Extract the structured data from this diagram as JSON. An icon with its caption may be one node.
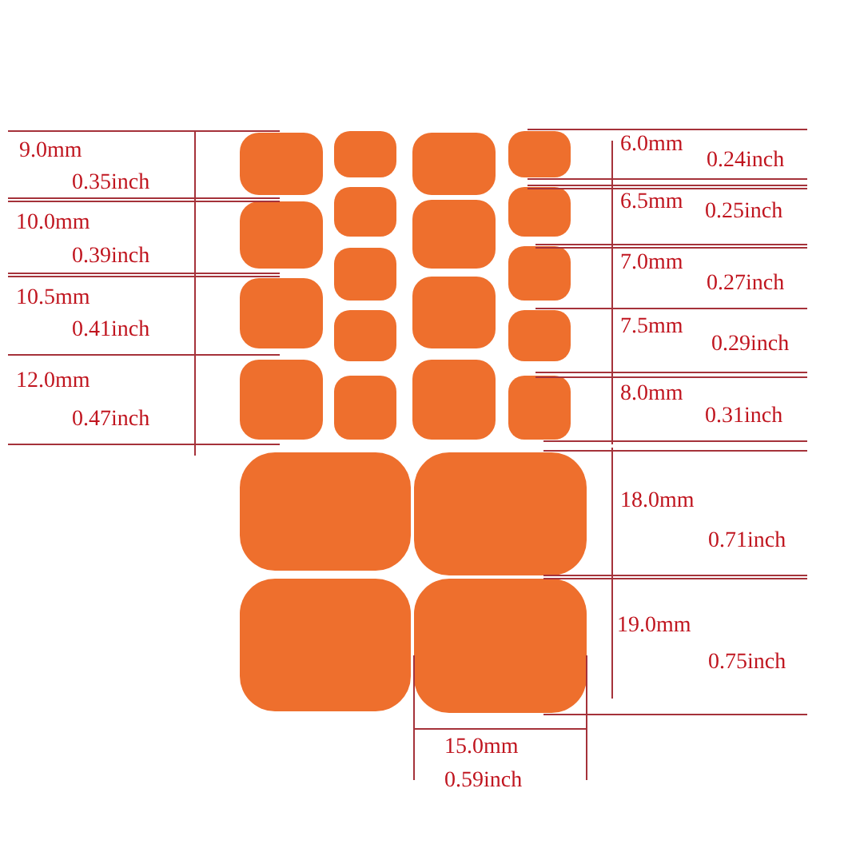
{
  "diagram": {
    "labels": [
      "9.0mm",
      "0.35inch",
      "10.0mm",
      "0.39inch",
      "10.5mm",
      "0.41inch",
      "12.0mm",
      "0.47inch",
      "6.0mm",
      "0.24inch",
      "6.5mm",
      "0.25inch",
      "7.0mm",
      "0.27inch",
      "7.5mm",
      "0.29inch",
      "8.0mm",
      "0.31inch",
      "18.0mm",
      "0.71inch",
      "19.0mm",
      "0.75inch",
      "15.0mm",
      "0.59inch"
    ]
  }
}
